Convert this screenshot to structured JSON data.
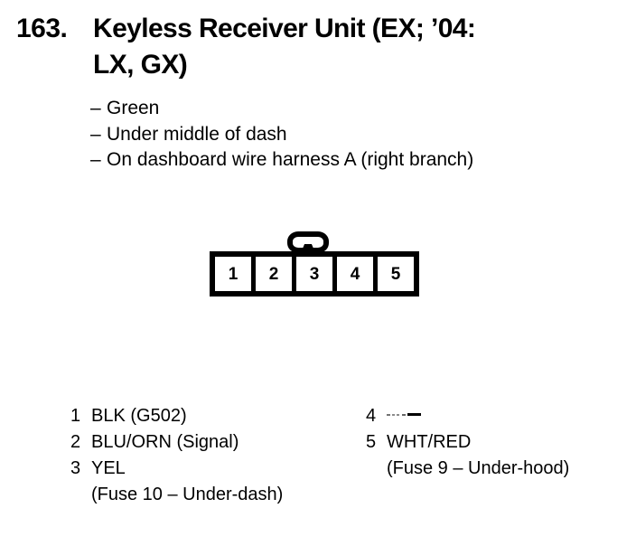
{
  "page": {
    "background_color": "#ffffff",
    "ink_color": "#000000"
  },
  "title": {
    "number": "163.",
    "line1": "Keyless Receiver Unit (EX; ’04:",
    "line2": "LX, GX)"
  },
  "details": {
    "bullets": [
      {
        "mark": "–",
        "text": "Green"
      },
      {
        "mark": "–",
        "text": "Under middle of dash"
      },
      {
        "mark": "–",
        "text": "On dashboard wire harness A (right branch)"
      }
    ]
  },
  "connector": {
    "cavity_count": 5,
    "cavities": [
      {
        "number": "1"
      },
      {
        "number": "2"
      },
      {
        "number": "3"
      },
      {
        "number": "4"
      },
      {
        "number": "5"
      }
    ]
  },
  "pin_legend": {
    "left_column": [
      {
        "pin": "1",
        "label": "BLK (G502)",
        "sub": ""
      },
      {
        "pin": "2",
        "label": "BLU/ORN (Signal)",
        "sub": ""
      },
      {
        "pin": "3",
        "label": "YEL",
        "sub": "(Fuse 10 – Under-dash)"
      }
    ],
    "right_column": [
      {
        "pin": "4",
        "label": "",
        "sub": "",
        "unused": true
      },
      {
        "pin": "5",
        "label": "WHT/RED",
        "sub": "(Fuse 9 – Under-hood)"
      }
    ]
  }
}
